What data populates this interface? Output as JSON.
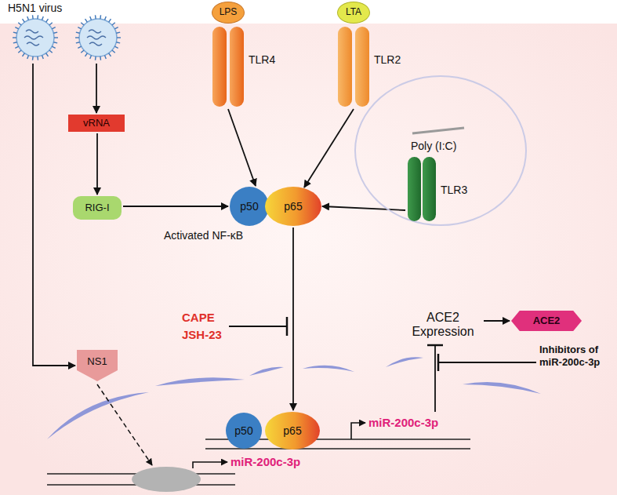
{
  "diagram": {
    "nodes": [
      {
        "text": [
          "H5N1 virus"
        ]
      },
      {
        "text": [
          "LPS"
        ]
      },
      {
        "text": [
          "TLR4"
        ]
      },
      {
        "text": [
          "LTA"
        ]
      },
      {
        "text": [
          "TLR2"
        ]
      },
      {
        "text": [
          "vRNA"
        ]
      },
      {
        "text": [
          "RIG-I"
        ]
      },
      {
        "text": [
          "Poly (I:C)"
        ]
      },
      {
        "text": [
          "TLR3"
        ],
        "in": 7
      },
      {
        "text": [
          "Activated NF-κB"
        ]
      },
      {
        "text": [
          "p50"
        ],
        "in": 9
      },
      {
        "text": [
          "p65"
        ],
        "in": 9
      },
      {
        "text": [
          "NS1"
        ]
      },
      {
        "text": [
          "ACE2 Expression"
        ]
      },
      {
        "text": [
          "ACE2"
        ]
      },
      {
        "text": [
          "p50"
        ]
      },
      {
        "text": [
          "p65"
        ]
      },
      {
        "text": [
          "miR-200c-3p"
        ]
      },
      {
        "text": [
          "miR-200c-3p"
        ]
      }
    ],
    "edges": [
      {
        "from": 0,
        "to": 5,
        "arrow": "to"
      },
      {
        "from": 0,
        "to": 12,
        "arrow": "to"
      },
      {
        "from": 5,
        "to": 6,
        "arrow": "to"
      },
      {
        "from": 6,
        "to": 10,
        "arrow": "to"
      },
      {
        "from": 2,
        "to": 10,
        "arrow": "to"
      },
      {
        "from": 4,
        "to": 11,
        "arrow": "to"
      },
      {
        "from": 8,
        "to": 11,
        "arrow": "to"
      },
      {
        "from": 11,
        "to": 16,
        "arrow": "to"
      },
      {
        "from": 13,
        "to": 14,
        "arrow": "to"
      },
      {
        "from": 17,
        "to": 13,
        "arrow": "to"
      }
    ],
    "labels": [
      "CAPE",
      "JSH-23",
      "Inhibitors of miR-200c-3p"
    ]
  }
}
